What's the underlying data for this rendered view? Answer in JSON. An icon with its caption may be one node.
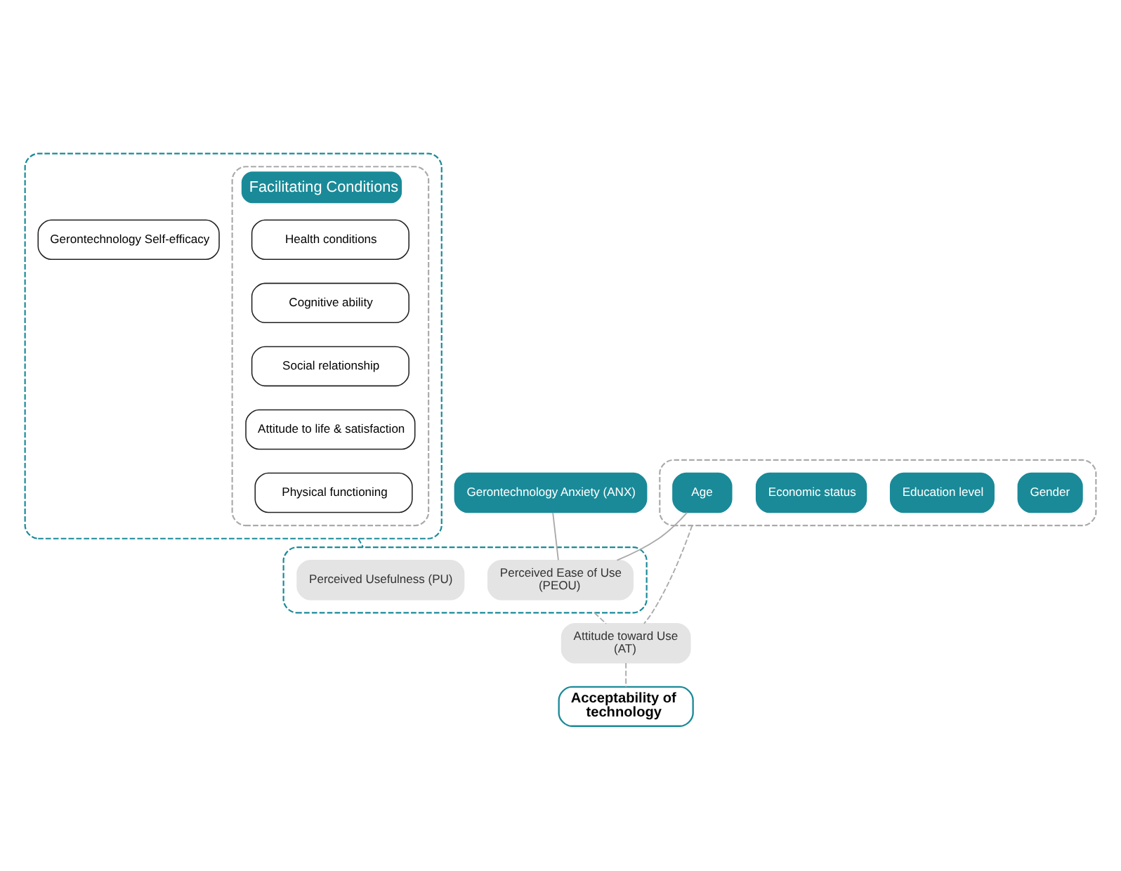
{
  "diagram": {
    "nodes": [
      {
        "text": [],
        "shape": "box"
      },
      {
        "text": [
          "Facilitating Conditions"
        ],
        "in": 0
      },
      {
        "text": [
          "Health conditions"
        ],
        "in": 1
      },
      {
        "text": [
          "Cognitive ability"
        ],
        "in": 1
      },
      {
        "text": [
          "Social relationship"
        ],
        "in": 1
      },
      {
        "text": [
          "Attitude to life & satisfaction"
        ],
        "in": 1
      },
      {
        "text": [
          "Physical functioning"
        ],
        "in": 1
      },
      {
        "text": [
          "Gerontechnology Self-efficacy"
        ],
        "in": 0
      },
      {
        "text": [
          "Gerontechnology Anxiety (ANX)"
        ]
      },
      {
        "text": [],
        "shape": "box"
      },
      {
        "text": [
          "Gender"
        ],
        "in": 9
      },
      {
        "text": [
          "Education level"
        ],
        "in": 9
      },
      {
        "text": [
          "Economic status"
        ],
        "in": 9
      },
      {
        "text": [
          "Age"
        ],
        "in": 9
      },
      {
        "text": [],
        "shape": "box"
      },
      {
        "text": [
          "Perceived Usefulness (PU)"
        ],
        "in": 14
      },
      {
        "text": [
          "Perceived Ease of Use (PEOU)"
        ],
        "in": 14
      },
      {
        "text": [
          "Attitude toward Use (AT)"
        ]
      },
      {
        "text": [
          "Acceptability of technology"
        ]
      }
    ],
    "edges": [
      {
        "from": 0,
        "to": 14,
        "arrow": "none",
        "style": "dashed",
        "color": "#1a8a98"
      },
      {
        "from": 8,
        "to": 16,
        "arrow": "none"
      },
      {
        "from": 13,
        "to": 16,
        "arrow": "none"
      },
      {
        "from": 14,
        "to": 17,
        "arrow": "none",
        "style": "dashed"
      },
      {
        "from": 9,
        "to": 17,
        "arrow": "none",
        "style": "dashed"
      },
      {
        "from": 17,
        "to": 18,
        "arrow": "none",
        "style": "dashed"
      }
    ]
  }
}
